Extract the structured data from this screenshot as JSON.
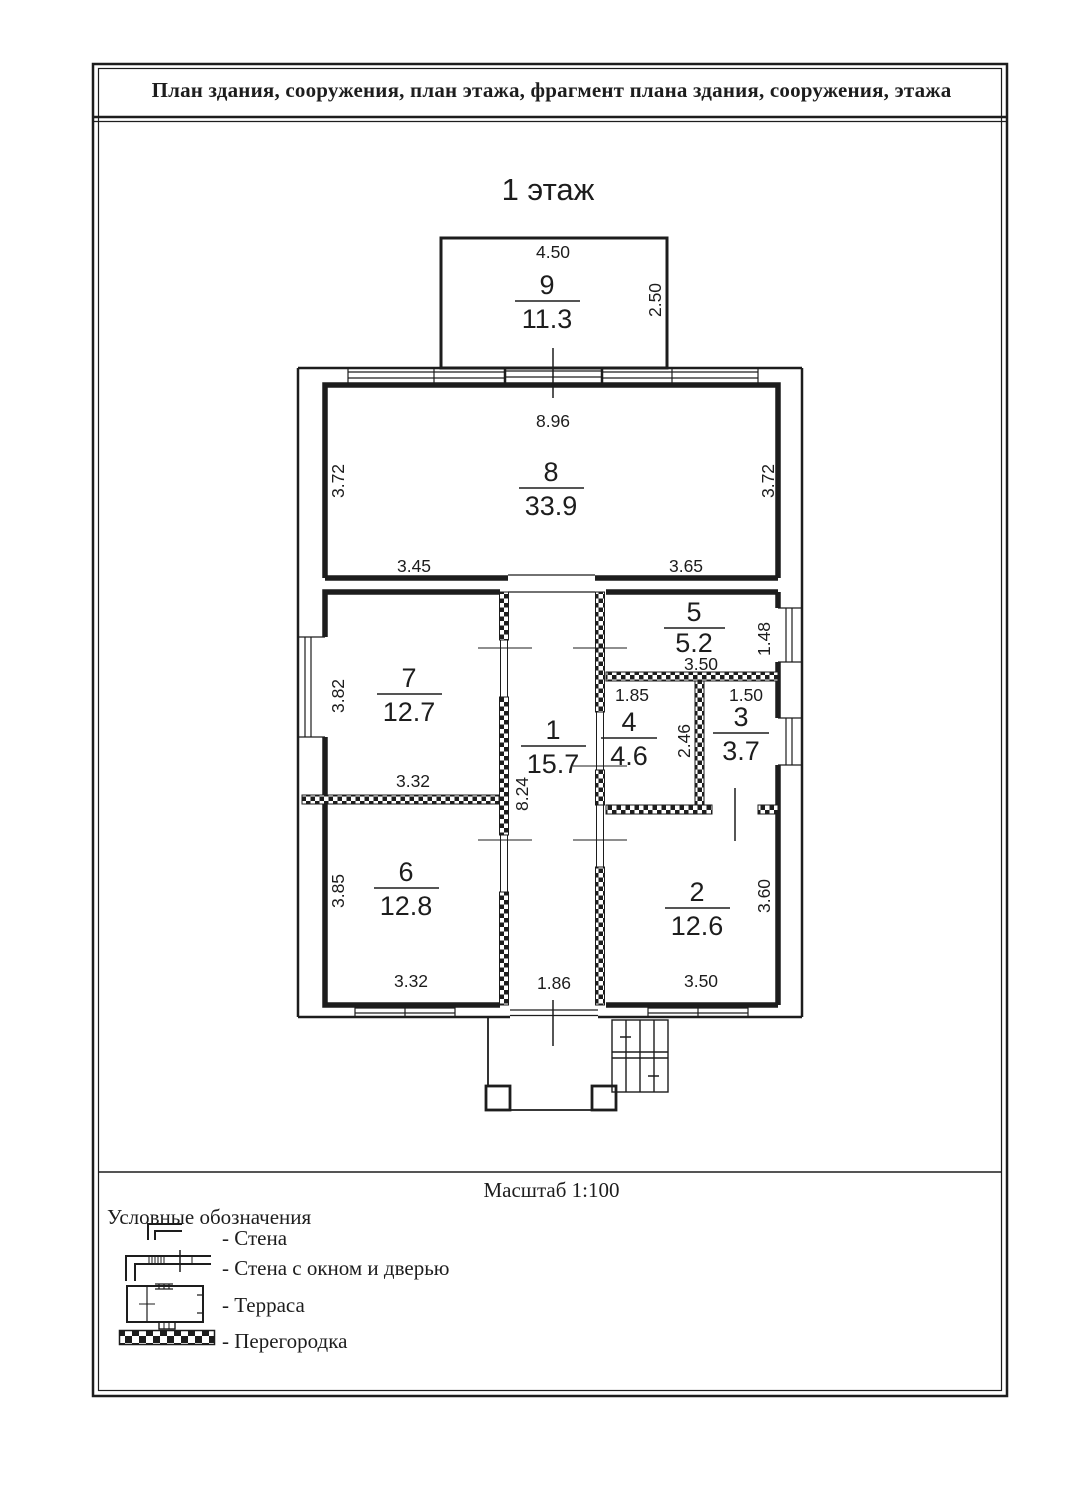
{
  "page": {
    "title": "План здания, сооружения, план этажа, фрагмент плана здания, сооружения, этажа",
    "floor_heading": "1 этаж",
    "scale_label": "Масштаб 1:100"
  },
  "legend": {
    "heading": "Условные обозначения",
    "items": [
      {
        "icon": "wall-corner-icon",
        "label": "- Стена"
      },
      {
        "icon": "wall-window-door-icon",
        "label": "- Стена с окном и дверью"
      },
      {
        "icon": "terrace-icon",
        "label": "- Терраса"
      },
      {
        "icon": "partition-icon",
        "label": "- Перегородка"
      }
    ]
  },
  "rooms": {
    "r1": {
      "number": "1",
      "area": "15.7"
    },
    "r2": {
      "number": "2",
      "area": "12.6"
    },
    "r3": {
      "number": "3",
      "area": "3.7"
    },
    "r4": {
      "number": "4",
      "area": "4.6"
    },
    "r5": {
      "number": "5",
      "area": "5.2"
    },
    "r6": {
      "number": "6",
      "area": "12.8"
    },
    "r7": {
      "number": "7",
      "area": "12.7"
    },
    "r8": {
      "number": "8",
      "area": "33.9"
    },
    "r9": {
      "number": "9",
      "area": "11.3"
    }
  },
  "dims": {
    "room9_width": "4.50",
    "room9_height": "2.50",
    "room8_width": "8.96",
    "room8_left": "3.72",
    "room8_right": "3.72",
    "room8_bottom_left": "3.45",
    "room8_bottom_right": "3.65",
    "room7_left": "3.82",
    "room7_bottom": "3.32",
    "hall_height": "8.24",
    "hall_bottom": "1.86",
    "room5_bottom": "3.50",
    "room5_right": "1.48",
    "room4_top": "1.85",
    "room4_right": "2.46",
    "room3_top": "1.50",
    "room6_left": "3.85",
    "room6_bottom": "3.32",
    "room2_right": "3.60",
    "room2_bottom": "3.50"
  },
  "colors": {
    "ink": "#1d1d1d",
    "paper": "#ffffff"
  }
}
